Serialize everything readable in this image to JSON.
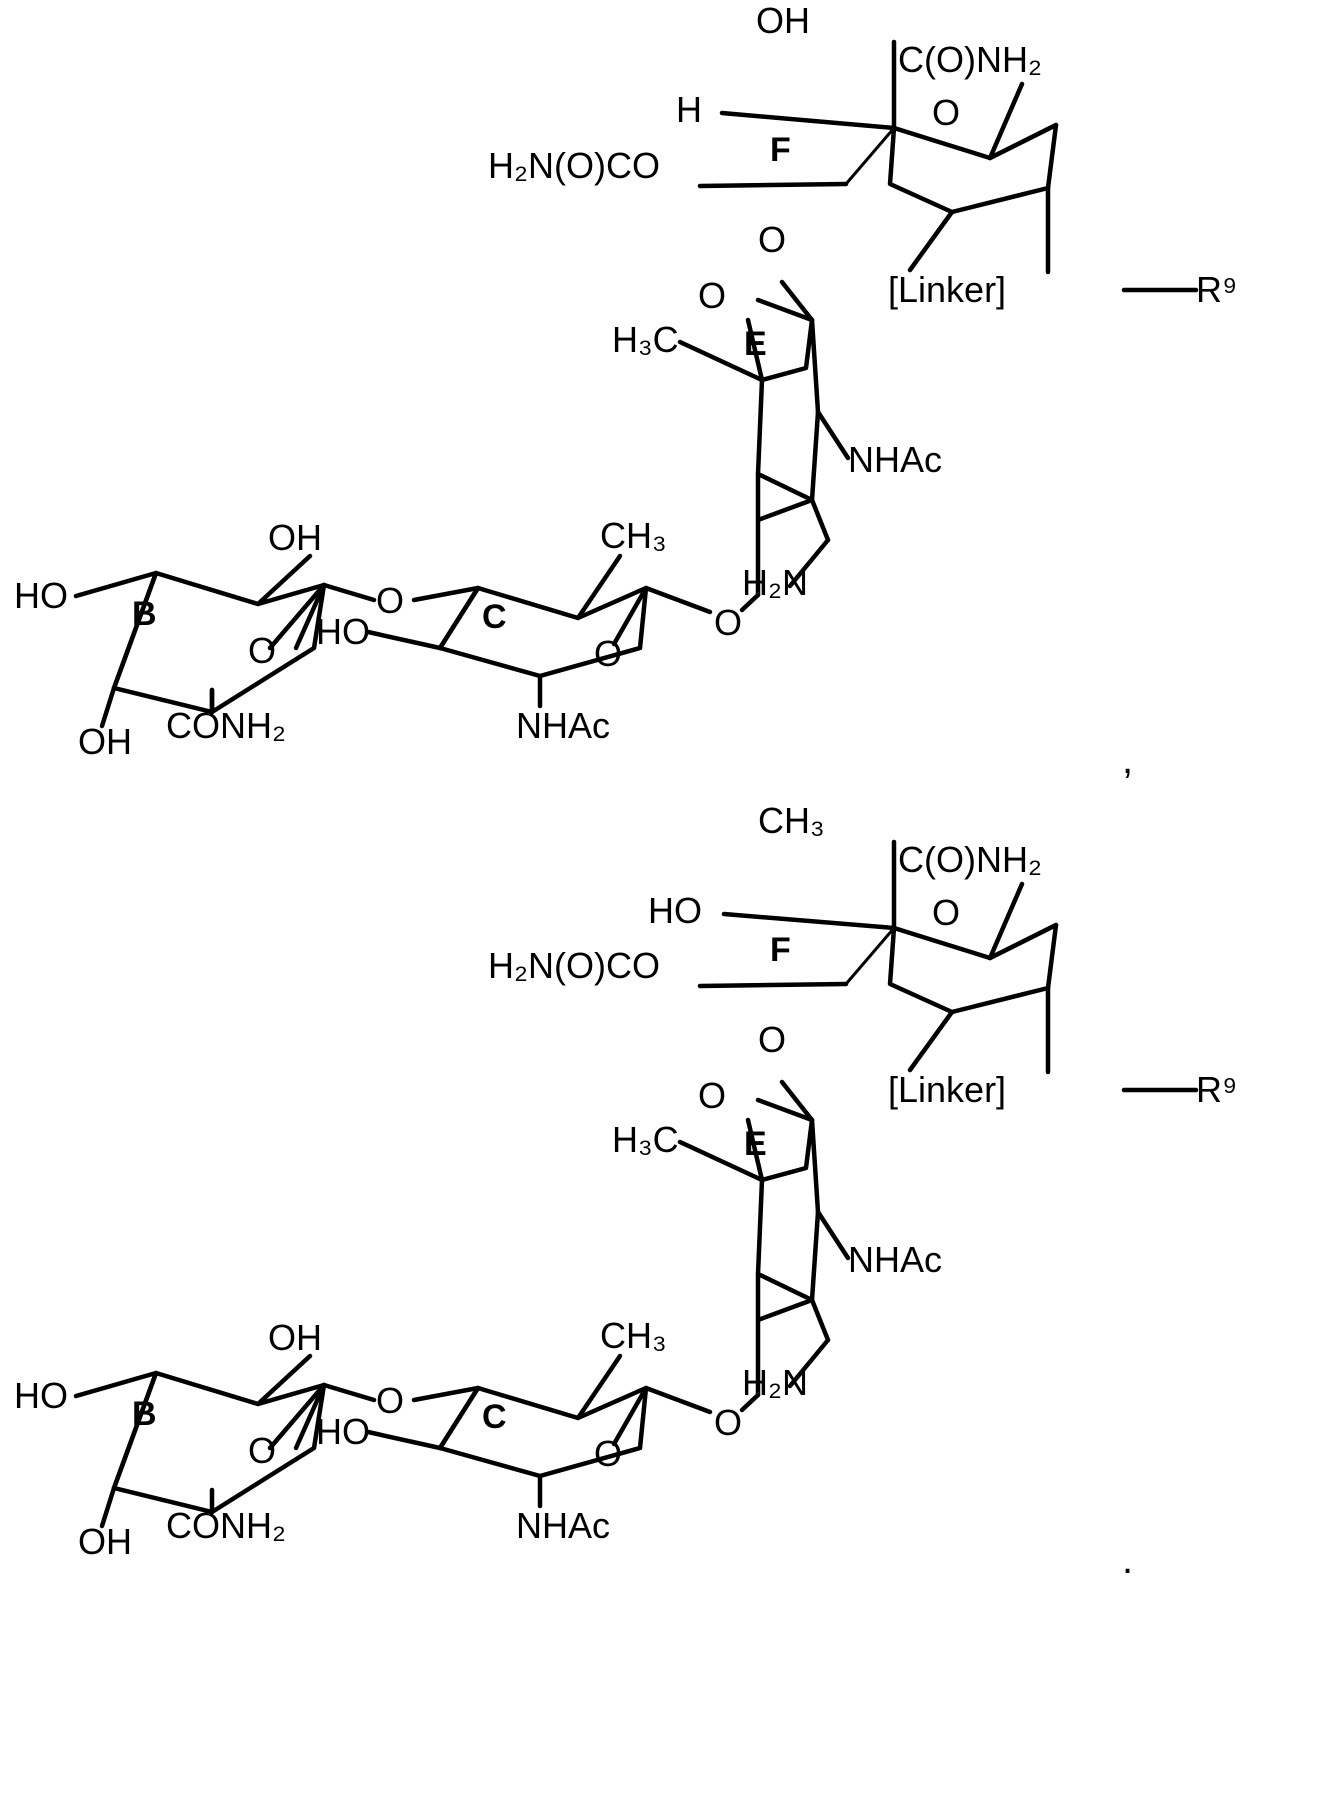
{
  "document": {
    "type": "chemical-structure-diagram",
    "description": "Two oligosaccharide chemical structures with B, C, E, F pyranose rings and [Linker]-R9 substituents",
    "background_color": "#ffffff",
    "line_color": "#000000"
  },
  "structures": [
    {
      "id": "structure-1",
      "ring_labels": [
        "B",
        "C",
        "E",
        "F"
      ],
      "labels": {
        "f_top_oh": "OH",
        "f_h": "H",
        "f_carbamoyloxy": "H₂N(O)CO",
        "f_amide": "C(O)NH₂",
        "f_ring_o": "O",
        "linker": "[Linker]",
        "r9": "R⁹",
        "ef_glycosidic_o": "O",
        "e_methyl": "H₃C",
        "e_ring_o": "O",
        "e_nhac": "NHAc",
        "e_amine": "H₂N",
        "ce_glycosidic_o": "O",
        "b_ho": "HO",
        "b_oh_top": "OH",
        "b_oh_bottom": "OH",
        "b_conh2": "CONH₂",
        "b_ring_o": "O",
        "bc_glycosidic_o": "O",
        "c_ho": "HO",
        "c_nhac": "NHAc",
        "c_methyl": "CH₃",
        "c_ring_o": "O"
      }
    },
    {
      "id": "structure-2",
      "ring_labels": [
        "B",
        "C",
        "E",
        "F"
      ],
      "labels": {
        "f_top_methyl": "CH₃",
        "f_ho": "HO",
        "f_carbamoyloxy": "H₂N(O)CO",
        "f_amide": "C(O)NH₂",
        "f_ring_o": "O",
        "linker": "[Linker]",
        "r9": "R⁹",
        "ef_glycosidic_o": "O",
        "e_methyl": "H₃C",
        "e_ring_o": "O",
        "e_nhac": "NHAc",
        "e_amine": "H₂N",
        "ce_glycosidic_o": "O",
        "b_ho": "HO",
        "b_oh_top": "OH",
        "b_oh_bottom": "OH",
        "b_conh2": "CONH₂",
        "b_ring_o": "O",
        "bc_glycosidic_o": "O",
        "c_ho": "HO",
        "c_nhac": "NHAc",
        "c_methyl": "CH₃",
        "c_ring_o": "O"
      }
    }
  ],
  "punctuation": {
    "after_first_structure": ",",
    "after_second_structure": "."
  }
}
